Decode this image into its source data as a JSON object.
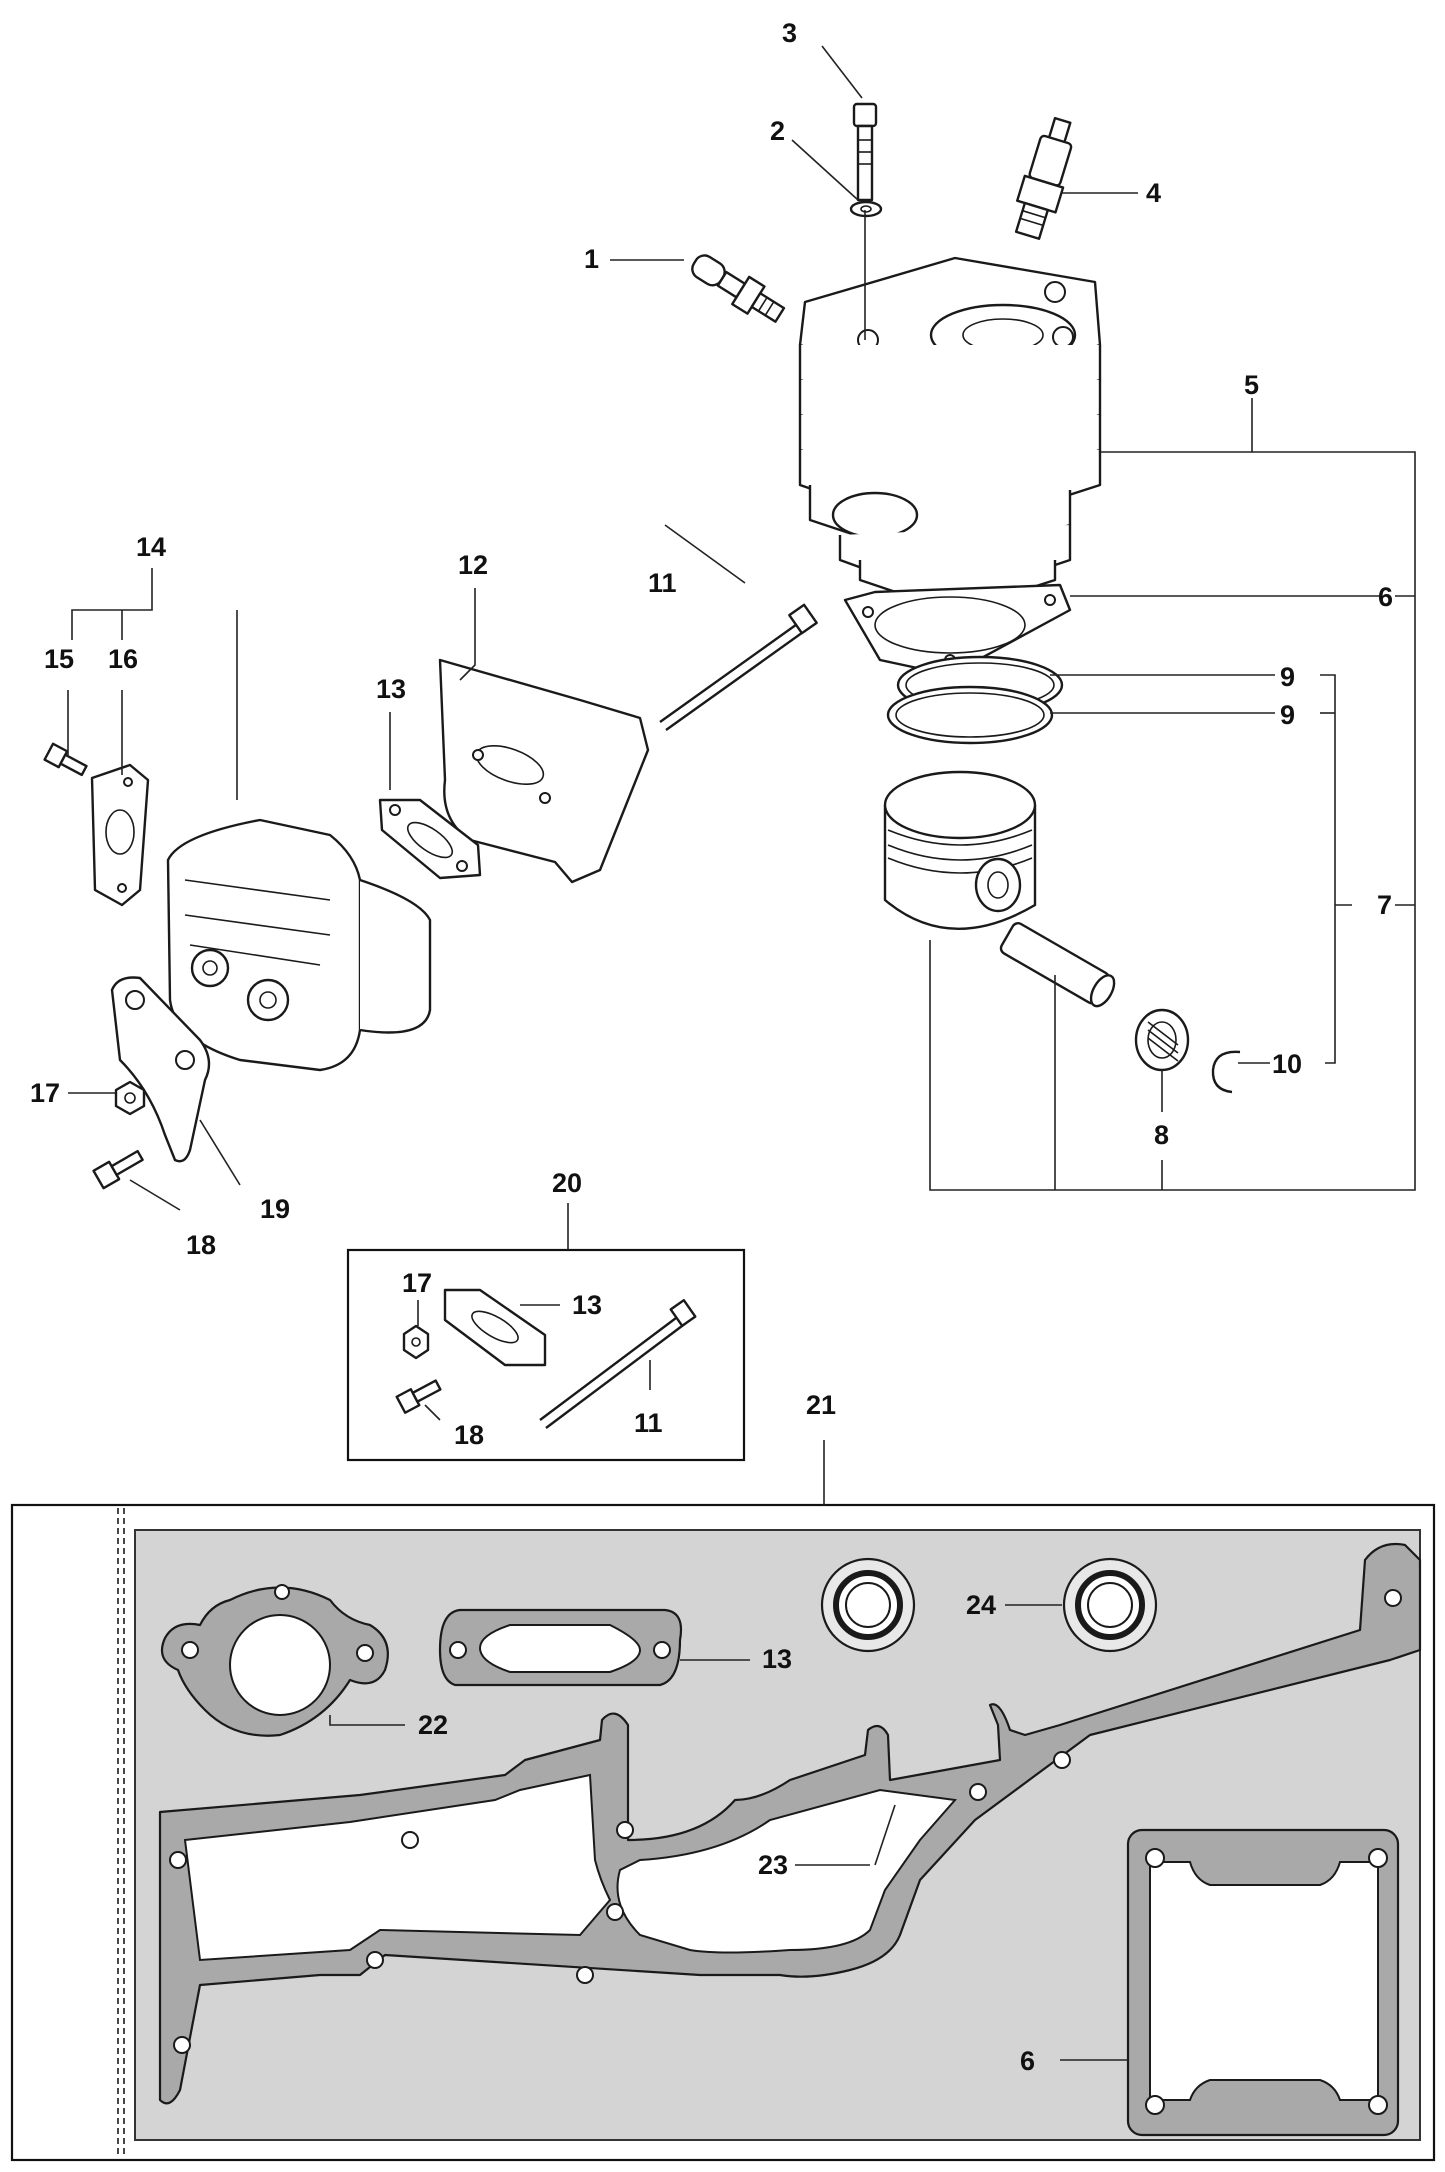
{
  "callouts": {
    "p1": "1",
    "p2": "2",
    "p3": "3",
    "p4": "4",
    "p5": "5",
    "p6a": "6",
    "p7": "7",
    "p8": "8",
    "p9a": "9",
    "p9b": "9",
    "p10": "10",
    "p11a": "11",
    "p12": "12",
    "p13a": "13",
    "p14": "14",
    "p15": "15",
    "p16": "16",
    "p17a": "17",
    "p18a": "18",
    "p19": "19",
    "p20": "20",
    "p17b": "17",
    "p13b": "13",
    "p11b": "11",
    "p18b": "18",
    "p21": "21",
    "p13c": "13",
    "p22": "22",
    "p24": "24",
    "p23": "23",
    "p6b": "6"
  }
}
